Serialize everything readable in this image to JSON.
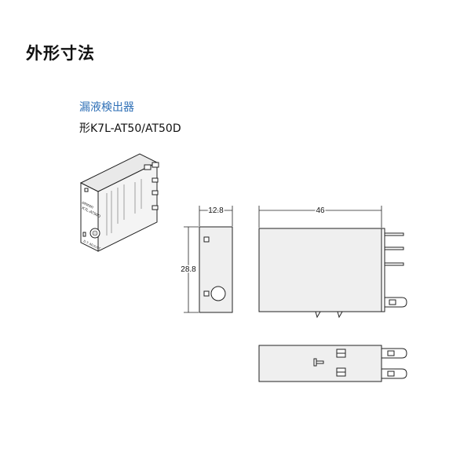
{
  "page": {
    "heading": "外形寸法"
  },
  "product": {
    "category": "漏液検出器",
    "model": "形K7L-AT50/AT50D"
  },
  "device_labels": {
    "brand": "omron",
    "model_print": "K7L-AT50D",
    "adjust_label": "D.T. ADJUST"
  },
  "dimensions": {
    "width": "12.8",
    "height": "28.8",
    "depth": "46"
  },
  "colors": {
    "product_title": "#2e6fb6",
    "body_fill": "#efefef",
    "line": "#222222"
  }
}
